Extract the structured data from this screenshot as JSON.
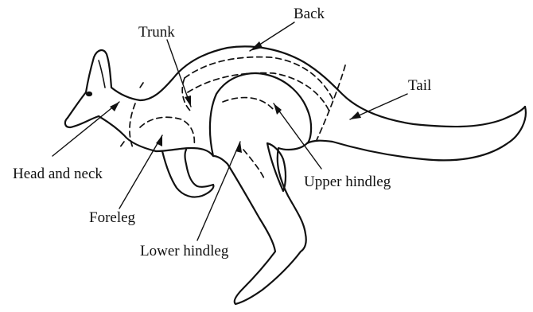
{
  "diagram": {
    "labels": {
      "back": "Back",
      "trunk": "Trunk",
      "tail": "Tail",
      "head_and_neck": "Head and neck",
      "upper_hindleg": "Upper hindleg",
      "foreleg": "Foreleg",
      "lower_hindleg": "Lower hindleg"
    },
    "colors": {
      "ink": "#111111",
      "background": "#ffffff"
    }
  }
}
